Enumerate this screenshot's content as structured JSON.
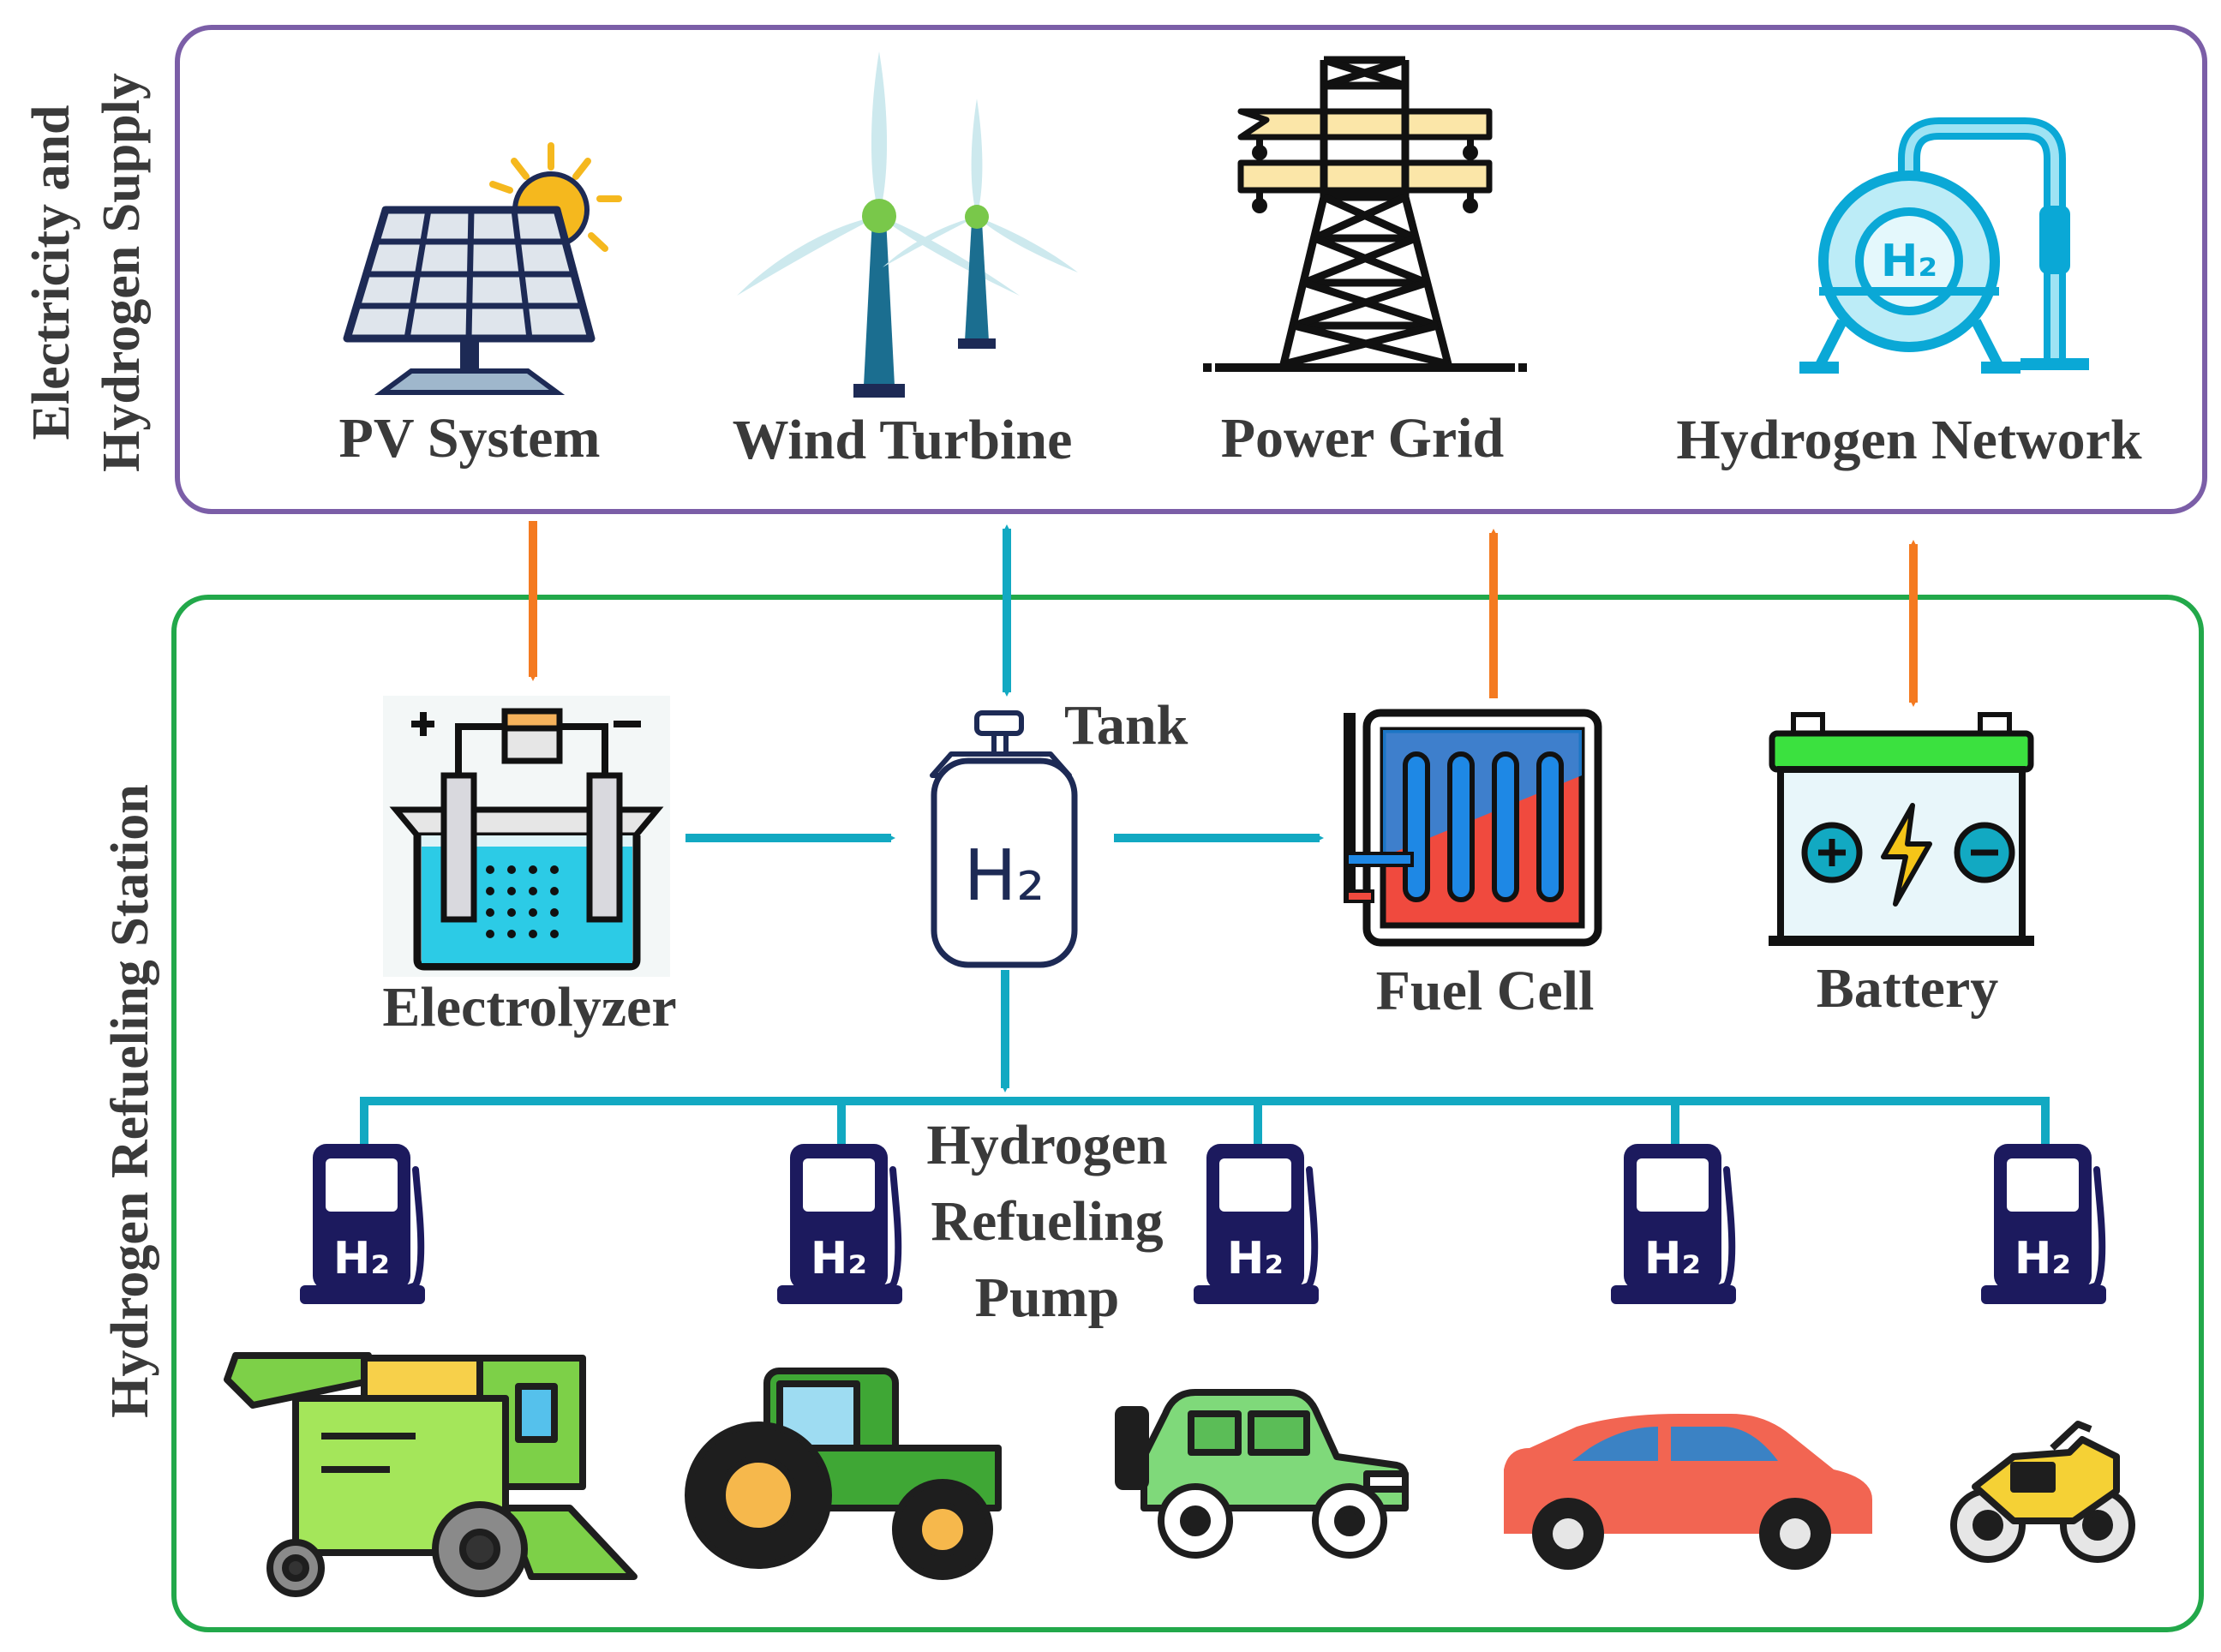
{
  "supply": {
    "title_line1": "Electricity and",
    "title_line2": "Hydrogen Supply",
    "border_color": "#7b5ea7",
    "items": [
      {
        "label": "PV System",
        "icon": "solar-panel-icon"
      },
      {
        "label": "Wind Turbine",
        "icon": "wind-turbine-icon"
      },
      {
        "label": "Power Grid",
        "icon": "transmission-tower-icon"
      },
      {
        "label": "Hydrogen Network",
        "icon": "hydrogen-tank-icon"
      }
    ]
  },
  "station": {
    "title": "Hydrogen Refueling Station",
    "border_color": "#22a84a",
    "components": {
      "electrolyzer": "Electrolyzer",
      "tank": "Tank",
      "tank_symbol": "H2",
      "fuel_cell": "Fuel Cell",
      "battery": "Battery"
    },
    "pump_label": [
      "Hydrogen",
      "Refueling",
      "Pump"
    ],
    "pump_symbol": "H2",
    "pump_count": 5,
    "vehicles": [
      "combine-harvester-icon",
      "tractor-icon",
      "suv-icon",
      "car-icon",
      "motorcycle-icon"
    ]
  },
  "colors": {
    "electric_flow": "#f47a20",
    "hydrogen_flow": "#12a9c2",
    "label_text": "#3a3a3a"
  }
}
